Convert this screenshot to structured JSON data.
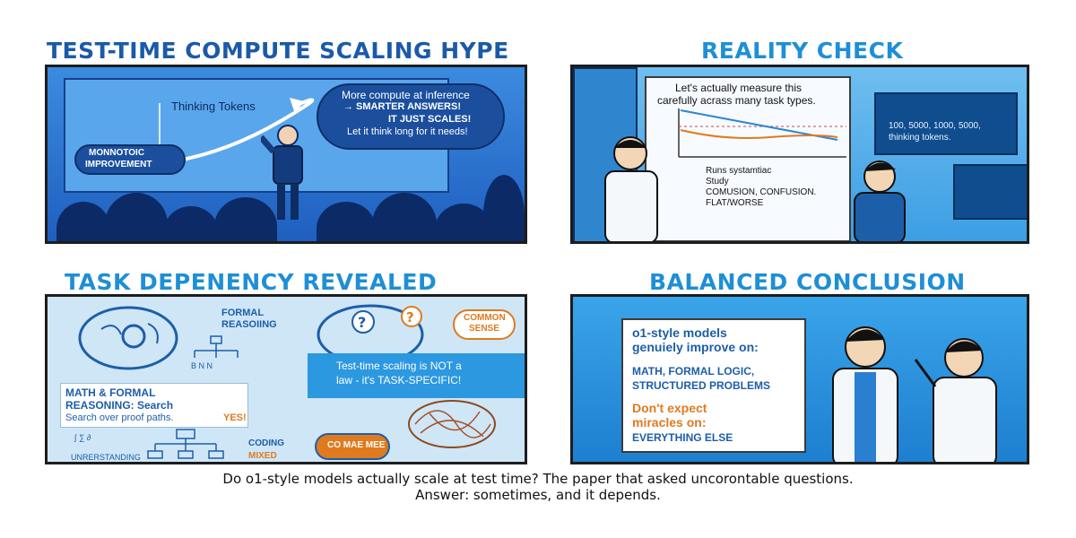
{
  "panels": {
    "hype": {
      "title": "TEST-TIME COMPUTE SCALING HYPE",
      "thinking_tokens": "Thinking Tokens",
      "bubble_line1": "More compute at inference",
      "bubble_line2": "→  SMARTER ANSWERS!",
      "bubble_line3": "IT JUST SCALES!",
      "bubble_line4": "Let it think long for it needs!",
      "monotonic_line1": "MONNOTOIC",
      "monotonic_line2": "IMPROVEMENT"
    },
    "reality": {
      "title": "REALITY CHECK",
      "board_line1": "Let's actually measure this",
      "board_line2": "carefully acrass many task types.",
      "legend_1": "Runs systamtiac",
      "legend_2": "Study",
      "legend_3": "COMUSION, CONFUSION.",
      "legend_4": "FLAT/WORSE",
      "tokens_line1": "100, 5000, 1000, 5000,",
      "tokens_line2": "thinking tokens."
    },
    "task": {
      "title": "TASK DEPENENCY REVEALED",
      "formal_line1": "FORMAL",
      "formal_line2": "REASOIING",
      "tree_label": "B   N   N",
      "common_line1": "COMMON",
      "common_line2": "SENSE",
      "math_line1": "MATH & FORMAL",
      "math_line2": "REASONING: Search",
      "math_line3": "Search over proof paths.",
      "yes": "YES!",
      "banner_line1": "Test-time scaling is NOT a",
      "banner_line2": "law - it's TASK-SPECIFIC!",
      "coding": "CODING",
      "mixed": "MIXED",
      "understanding": "UNRERSTANDING",
      "badge": "CO MAE MEE"
    },
    "conclusion": {
      "title": "BALANCED CONCLUSION",
      "line1": "o1-style models",
      "line2": "genuiely improve on:",
      "line3": "MATH, FORMAL LOGIC,",
      "line4": "STRUCTURED PROBLEMS",
      "line5": "Don't expect",
      "line6": "miracles on:",
      "line7": "EVERYTHING ELSE"
    }
  },
  "caption": {
    "line1": "Do o1-style models actually scale at test time? The paper that asked uncorontable questions.",
    "line2": "Answer: sometimes, and it depends."
  },
  "colors": {
    "title_dark_blue": "#1b5aa8",
    "title_light_blue": "#1e8fd6",
    "accent_orange": "#e07a1f"
  }
}
